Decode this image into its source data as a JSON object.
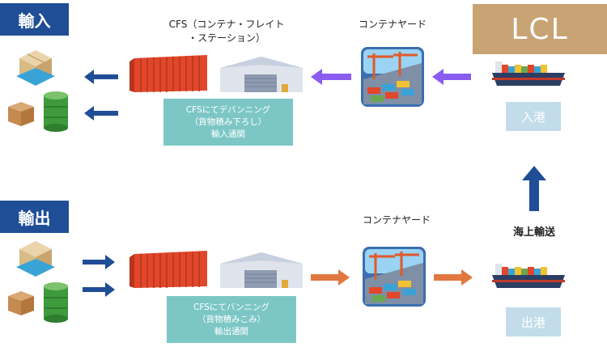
{
  "import": {
    "tag": "輸入",
    "cfs_title": "CFS（コンテナ・フレイト\n・ステーション）",
    "cfs_box": "CFSにてデバンニング\n（貨物積み下ろし）\n輸入通関",
    "yard_title": "コンテナヤード",
    "lcl": "LCL",
    "port": "入港"
  },
  "export": {
    "tag": "輸出",
    "cfs_box": "CFSにてバンニング\n（貨物積みこみ）\n輸出通関",
    "yard_title": "コンテナヤード",
    "port": "出港"
  },
  "transport_label": "海上輸送",
  "colors": {
    "tag_blue": "#1f4e96",
    "lcl_tan": "#c8a373",
    "teal": "#7cc7c6",
    "port_blue": "#c2dcea",
    "arrow_blue": "#1f4e96",
    "arrow_purple": "#8a5cf0",
    "arrow_orange": "#e1773f",
    "container_red": "#e1472b"
  },
  "icons": [
    "cargo-pallet-icon",
    "cardboard-box-icon",
    "drum-icon",
    "shipping-container-icon",
    "warehouse-icon",
    "container-yard-icon",
    "cargo-ship-icon"
  ]
}
